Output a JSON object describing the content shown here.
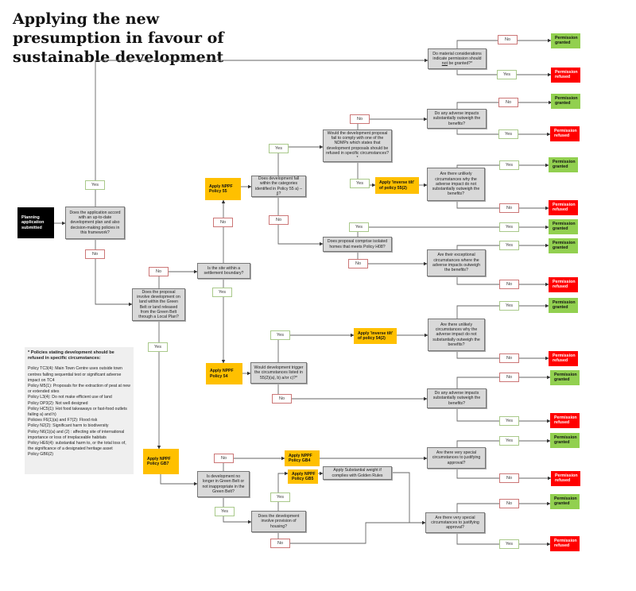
{
  "title": "Applying the new presumption in favour of sustainable development",
  "start": "Planning application submitted",
  "questions": {
    "q_accord": "Does the application accord with an up-to-date development plan and also decision-making policies in this framework?",
    "q_material_pre": "Do material considerations indicate permission should",
    "q_material_not": "not",
    "q_material_post": "be granted?*",
    "q_greenbelt": "Does the proposal involve development on land within the Green Belt or land released from the Green Belt through a Local Plan?",
    "q_settlement": "Is the site within a settlement boundary?",
    "q_p55_categories": "Does development fall within the categories identified in Policy 55 a) – j)?",
    "q_ndmp": "Would the development proposal fail to comply with one of the NDMPs which states that development proposals should be refused in specific circumstances?*",
    "q_adverse_1": "Do any adverse impacts substantially outweigh the benefits?",
    "q_unlikely_1": "Are there unlikely circumstances why the adverse impact do not substantially outweigh the benefits?",
    "q_h08": "Does proposal comprise isolated homes that meets Policy H08?",
    "q_exceptional": "Are their exceptional circumstances where the adverse impacts outweigh the benefits?",
    "q_p54_trigger": "Would development trigger the circumstances listed in 55(2)(a), b) a/or c)?*",
    "q_unlikely_2": "Are there unlikely circumstances why the adverse impact do not substantially outweigh the benefits?",
    "q_adverse_2": "Do any adverse impacts substantially outweigh the benefits?",
    "q_gb_inappropriate": "Is development no longer in Green Belt or not inappropriate in the Green Belt?",
    "q_vsc_1": "Are there very special circumstances to justifying approval?",
    "q_housing": "Does the development involve provision of housing?",
    "q_substantial_weight": "Apply Substantial weight if complies with Golden Rules",
    "q_vsc_2": "Are there very special circumstances to justifying approval?"
  },
  "actions": {
    "p55": "Apply NPPF Policy 55",
    "inverse_55": "Apply 'inverse tilt' of policy 55(2)",
    "p54": "Apply NPPF Policy 54",
    "inverse_54": "Apply 'inverse tilt' of policy 54(2)",
    "gb7": "Apply NPPF Policy GB7",
    "gb4": "Apply NPPF Policy GB4",
    "gb5": "Apply NPPF Policy GB5"
  },
  "labels": [
    "Yes",
    "No",
    "No",
    "Yes",
    "No",
    "Yes",
    "No",
    "Yes",
    "Yes",
    "No",
    "No",
    "Yes",
    "No",
    "Yes",
    "Yes",
    "No",
    "Yes",
    "Yes",
    "No",
    "Yes",
    "No",
    "Yes",
    "No",
    "Yes",
    "No",
    "No",
    "Yes",
    "No",
    "Yes",
    "Yes",
    "No",
    "Yes",
    "No",
    "No",
    "Yes"
  ],
  "outcomes": [
    "Permission granted",
    "Permission refused",
    "Permission granted",
    "Permission refused",
    "Permission granted",
    "Permission refused",
    "Permission granted",
    "Permission granted",
    "Permission refused",
    "Permission granted",
    "Permission refused",
    "Permission granted",
    "Permission refused",
    "Permission granted",
    "Permission refused",
    "Permission granted",
    "Permission refused"
  ],
  "legend": {
    "heading": "* Policies stating development should be refused in specific circumstances:",
    "items": [
      "Policy TC3(4): Main Town Centre uses outside town centres failing sequential test or significant adverse impact on TC4",
      "Policy M5(1): Proposals for the extraction of peat at new or extended sites",
      "Policy L3(4): Do not make efficient use of land",
      "Policy DP3(2): Not well designed",
      "Policy HC5(1): Hot food takeaways or fast-food outlets failing a) and h)",
      "Policies F6(1)(a) and F7(2): Flood risk",
      "Policy N2(2): Significant harm to biodiversity",
      "Policy N6(1)(a) and (2) : affecting site of international importance or loss of irreplaceable habitats",
      "Policy HE6(4): substantial harm to, or the total loss of, the significance of a designated heritage asset",
      "Policy GB6(2)"
    ]
  },
  "colors": {
    "granted": "#92d050",
    "refused": "#ff0000",
    "action": "#ffc000",
    "question": "#d9d9d9",
    "start": "#000000"
  }
}
